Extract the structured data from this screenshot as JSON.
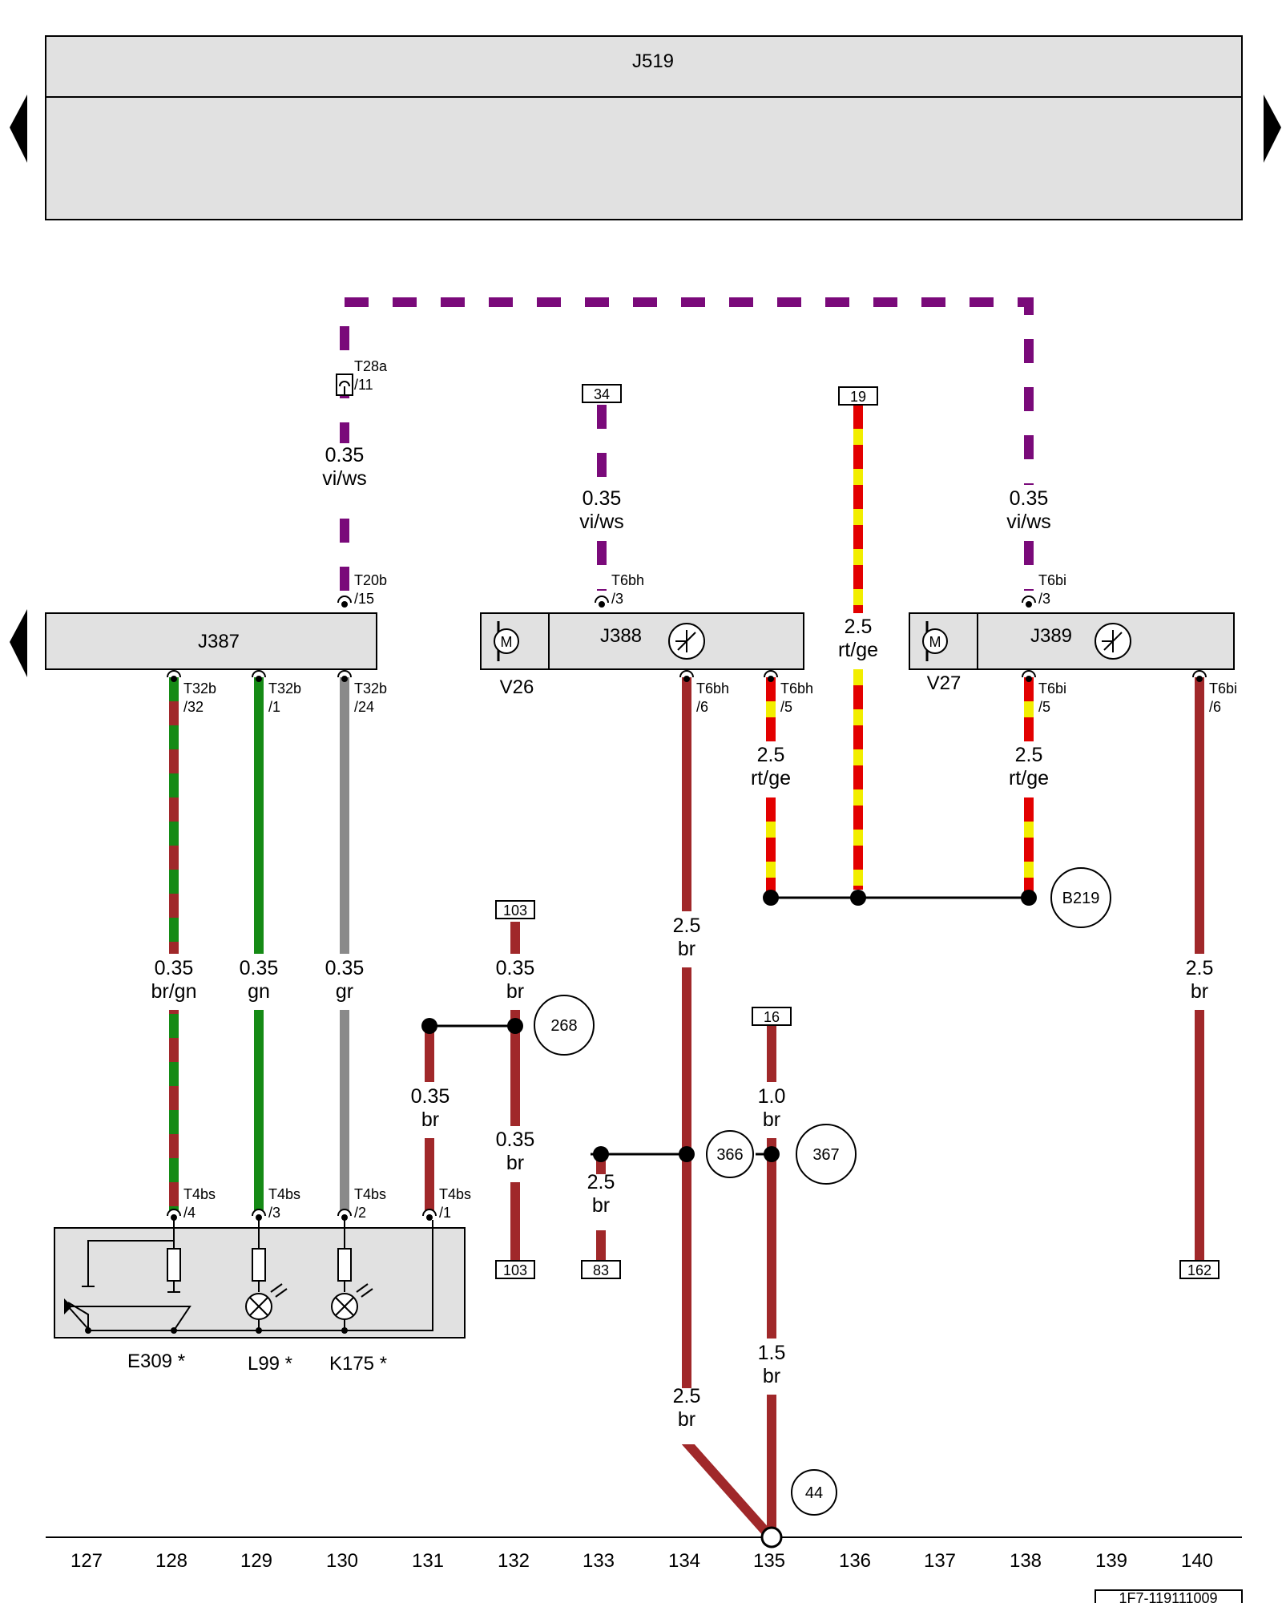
{
  "header": {
    "module": "J519"
  },
  "modules": {
    "j387": "J387",
    "j388": "J388",
    "j389": "J389",
    "v26": "V26",
    "v27": "V27"
  },
  "components": {
    "e309": "E309 *",
    "l99": "L99 *",
    "k175": "K175 *"
  },
  "connectors": {
    "t28a_name": "T28a",
    "t28a_pin": "/11",
    "t20b_name": "T20b",
    "t20b_pin": "/15",
    "t6bh3_name": "T6bh",
    "t6bh3_pin": "/3",
    "t6bi3_name": "T6bi",
    "t6bi3_pin": "/3",
    "t32b32_name": "T32b",
    "t32b32_pin": "/32",
    "t32b1_name": "T32b",
    "t32b1_pin": "/1",
    "t32b24_name": "T32b",
    "t32b24_pin": "/24",
    "t6bh6_name": "T6bh",
    "t6bh6_pin": "/6",
    "t6bh5_name": "T6bh",
    "t6bh5_pin": "/5",
    "t6bi5_name": "T6bi",
    "t6bi5_pin": "/5",
    "t6bi6_name": "T6bi",
    "t6bi6_pin": "/6",
    "t4bs4_name": "T4bs",
    "t4bs4_pin": "/4",
    "t4bs3_name": "T4bs",
    "t4bs3_pin": "/3",
    "t4bs2_name": "T4bs",
    "t4bs2_pin": "/2",
    "t4bs1_name": "T4bs",
    "t4bs1_pin": "/1"
  },
  "references": {
    "r34": "34",
    "r19": "19",
    "r103_top": "103",
    "r16": "16",
    "r103_bot": "103",
    "r83": "83",
    "r162": "162"
  },
  "nodes": {
    "b219": "B219",
    "n268": "268",
    "n366": "366",
    "n367": "367",
    "n44": "44"
  },
  "wires": {
    "w_t28a": {
      "size": "0.35",
      "color": "vi/ws"
    },
    "w_34": {
      "size": "0.35",
      "color": "vi/ws"
    },
    "w_t6bi3": {
      "size": "0.35",
      "color": "vi/ws"
    },
    "w_19": {
      "size": "2.5",
      "color": "rt/ge"
    },
    "w_t6bh5": {
      "size": "2.5",
      "color": "rt/ge"
    },
    "w_t6bi5": {
      "size": "2.5",
      "color": "rt/ge"
    },
    "w_t6bh6": {
      "size": "2.5",
      "color": "br"
    },
    "w_t32b32": {
      "size": "0.35",
      "color": "br/gn"
    },
    "w_t32b1": {
      "size": "0.35",
      "color": "gn"
    },
    "w_t32b24": {
      "size": "0.35",
      "color": "gr"
    },
    "w_103": {
      "size": "0.35",
      "color": "br"
    },
    "w_t6bi6": {
      "size": "2.5",
      "color": "br"
    },
    "w_131": {
      "size": "0.35",
      "color": "br"
    },
    "w_132": {
      "size": "0.35",
      "color": "br"
    },
    "w_16": {
      "size": "1.0",
      "color": "br"
    },
    "w_83": {
      "size": "2.5",
      "color": "br"
    },
    "w_135": {
      "size": "1.5",
      "color": "br"
    },
    "w_134": {
      "size": "2.5",
      "color": "br"
    }
  },
  "columns": [
    "127",
    "128",
    "129",
    "130",
    "131",
    "132",
    "133",
    "134",
    "135",
    "136",
    "137",
    "138",
    "139",
    "140"
  ],
  "footer": {
    "code": "1F7-119111009"
  },
  "colors": {
    "violet": "#7a0a7a",
    "red": "#e30000",
    "yellow": "#f2ee00",
    "brown": "#a0282a",
    "green": "#158a15",
    "grey": "#8a8a8a",
    "panel": "#e1e1e1"
  }
}
